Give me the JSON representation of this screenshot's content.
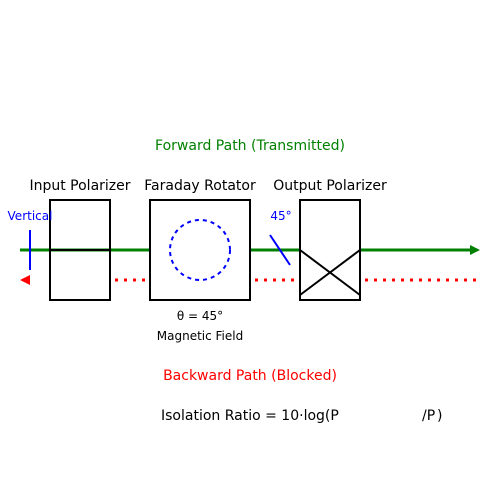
{
  "colors": {
    "forward": "#008000",
    "backward": "#ff0000",
    "annotation": "#0000ff",
    "outline": "#000000"
  },
  "forward_path": {
    "label": "Forward Path (Transmitted)"
  },
  "backward_path": {
    "label": "Backward Path (Blocked)"
  },
  "components": {
    "input_polarizer": {
      "label": "Input Polarizer",
      "orientation": "Vertical"
    },
    "faraday_rotator": {
      "label": "Faraday Rotator",
      "angle": "θ = 45°",
      "field": "Magnetic Field"
    },
    "output_polarizer": {
      "label": "Output Polarizer",
      "orientation": "45°"
    }
  },
  "isolation": {
    "prefix": "Isolation Ratio = 10·log(P",
    "sub1": "",
    "divider": "/P",
    "sub2": "",
    "suffix": ")"
  }
}
